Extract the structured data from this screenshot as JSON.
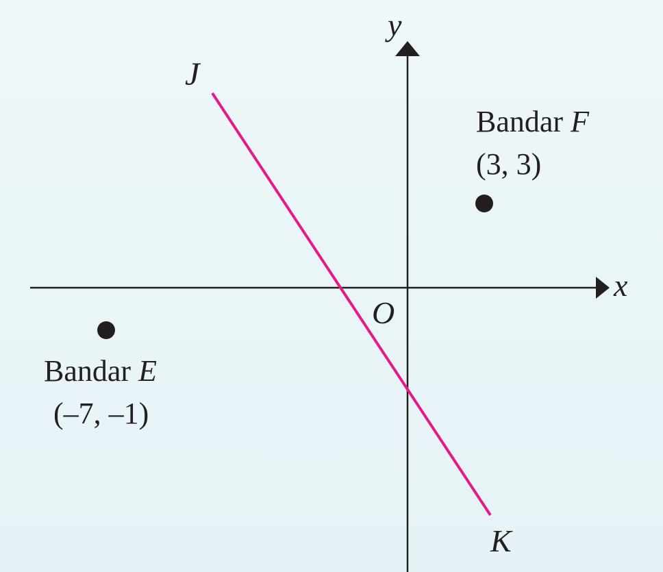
{
  "axes": {
    "x_label": "x",
    "y_label": "y",
    "origin_label": "O"
  },
  "points": [
    {
      "id": "E",
      "prefix": "Bandar",
      "letter": "E",
      "coord_text": "(–7, –1)",
      "x": -7,
      "y": -1
    },
    {
      "id": "F",
      "prefix": "Bandar",
      "letter": "F",
      "coord_text": "(3, 3)",
      "x": 3,
      "y": 3
    }
  ],
  "line": {
    "start_label": "J",
    "end_label": "K",
    "color": "#e6198a"
  },
  "colors": {
    "axis": "#231f20",
    "point": "#231f20",
    "background": "#eaf5f8"
  }
}
